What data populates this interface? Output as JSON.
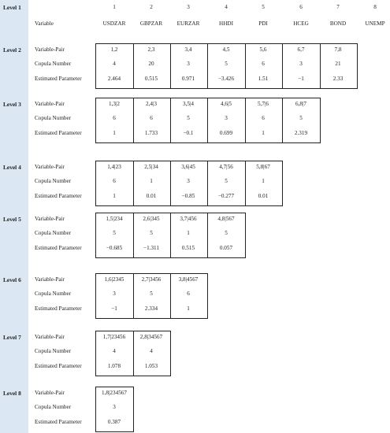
{
  "variables_row": {
    "level": "Level 1",
    "label": "Variable",
    "numbers": [
      "1",
      "2",
      "3",
      "4",
      "5",
      "6",
      "7",
      "8"
    ],
    "names": [
      "USDZAR",
      "GBPZAR",
      "EURZAR",
      "HHDI",
      "PDI",
      "HCEG",
      "BOND",
      "UNEMP"
    ]
  },
  "row_labels": {
    "pair": "Variable-Pair",
    "copula": "Copula Number",
    "param": "Estimated Parameter"
  },
  "levels": [
    {
      "title": "Level 2",
      "pairs": [
        "1,2",
        "2,3",
        "3,4",
        "4,5",
        "5,6",
        "6,7",
        "7,8"
      ],
      "copulas": [
        "4",
        "20",
        "3",
        "5",
        "6",
        "3",
        "21"
      ],
      "params": [
        "2.464",
        "0.515",
        "0.971",
        "−3.426",
        "1.51",
        "−1",
        "2.33"
      ]
    },
    {
      "title": "Level 3",
      "pairs": [
        "1,3|2",
        "2,4|3",
        "3,5|4",
        "4,6|5",
        "5,7|6",
        "6,8|7"
      ],
      "copulas": [
        "6",
        "6",
        "5",
        "3",
        "6",
        "5"
      ],
      "params": [
        "1",
        "1.733",
        "−0.1",
        "0.699",
        "1",
        "2.319"
      ]
    },
    {
      "title": "Level 4",
      "pairs": [
        "1,4|23",
        "2,5|34",
        "3,6|45",
        "4,7|56",
        "5,8|67"
      ],
      "copulas": [
        "6",
        "1",
        "3",
        "5",
        "1"
      ],
      "params": [
        "1",
        "0.01",
        "−0.85",
        "−0.277",
        "0.01"
      ]
    },
    {
      "title": "Level 5",
      "pairs": [
        "1,5|234",
        "2,6|345",
        "3,7|456",
        "4,8|567"
      ],
      "copulas": [
        "5",
        "5",
        "1",
        "5"
      ],
      "params": [
        "−0.685",
        "−1.311",
        "0.515",
        "0.057"
      ]
    },
    {
      "title": "Level 6",
      "pairs": [
        "1,6|2345",
        "2,7|3456",
        "3,8|4567"
      ],
      "copulas": [
        "3",
        "5",
        "6"
      ],
      "params": [
        "−1",
        "2.334",
        "1"
      ]
    },
    {
      "title": "Level 7",
      "pairs": [
        "1,7|23456",
        "2,8|34567"
      ],
      "copulas": [
        "4",
        "4"
      ],
      "params": [
        "1.078",
        "1.053"
      ]
    },
    {
      "title": "Level 8",
      "pairs": [
        "1,8|234567"
      ],
      "copulas": [
        "3"
      ],
      "params": [
        "0.387"
      ]
    }
  ]
}
